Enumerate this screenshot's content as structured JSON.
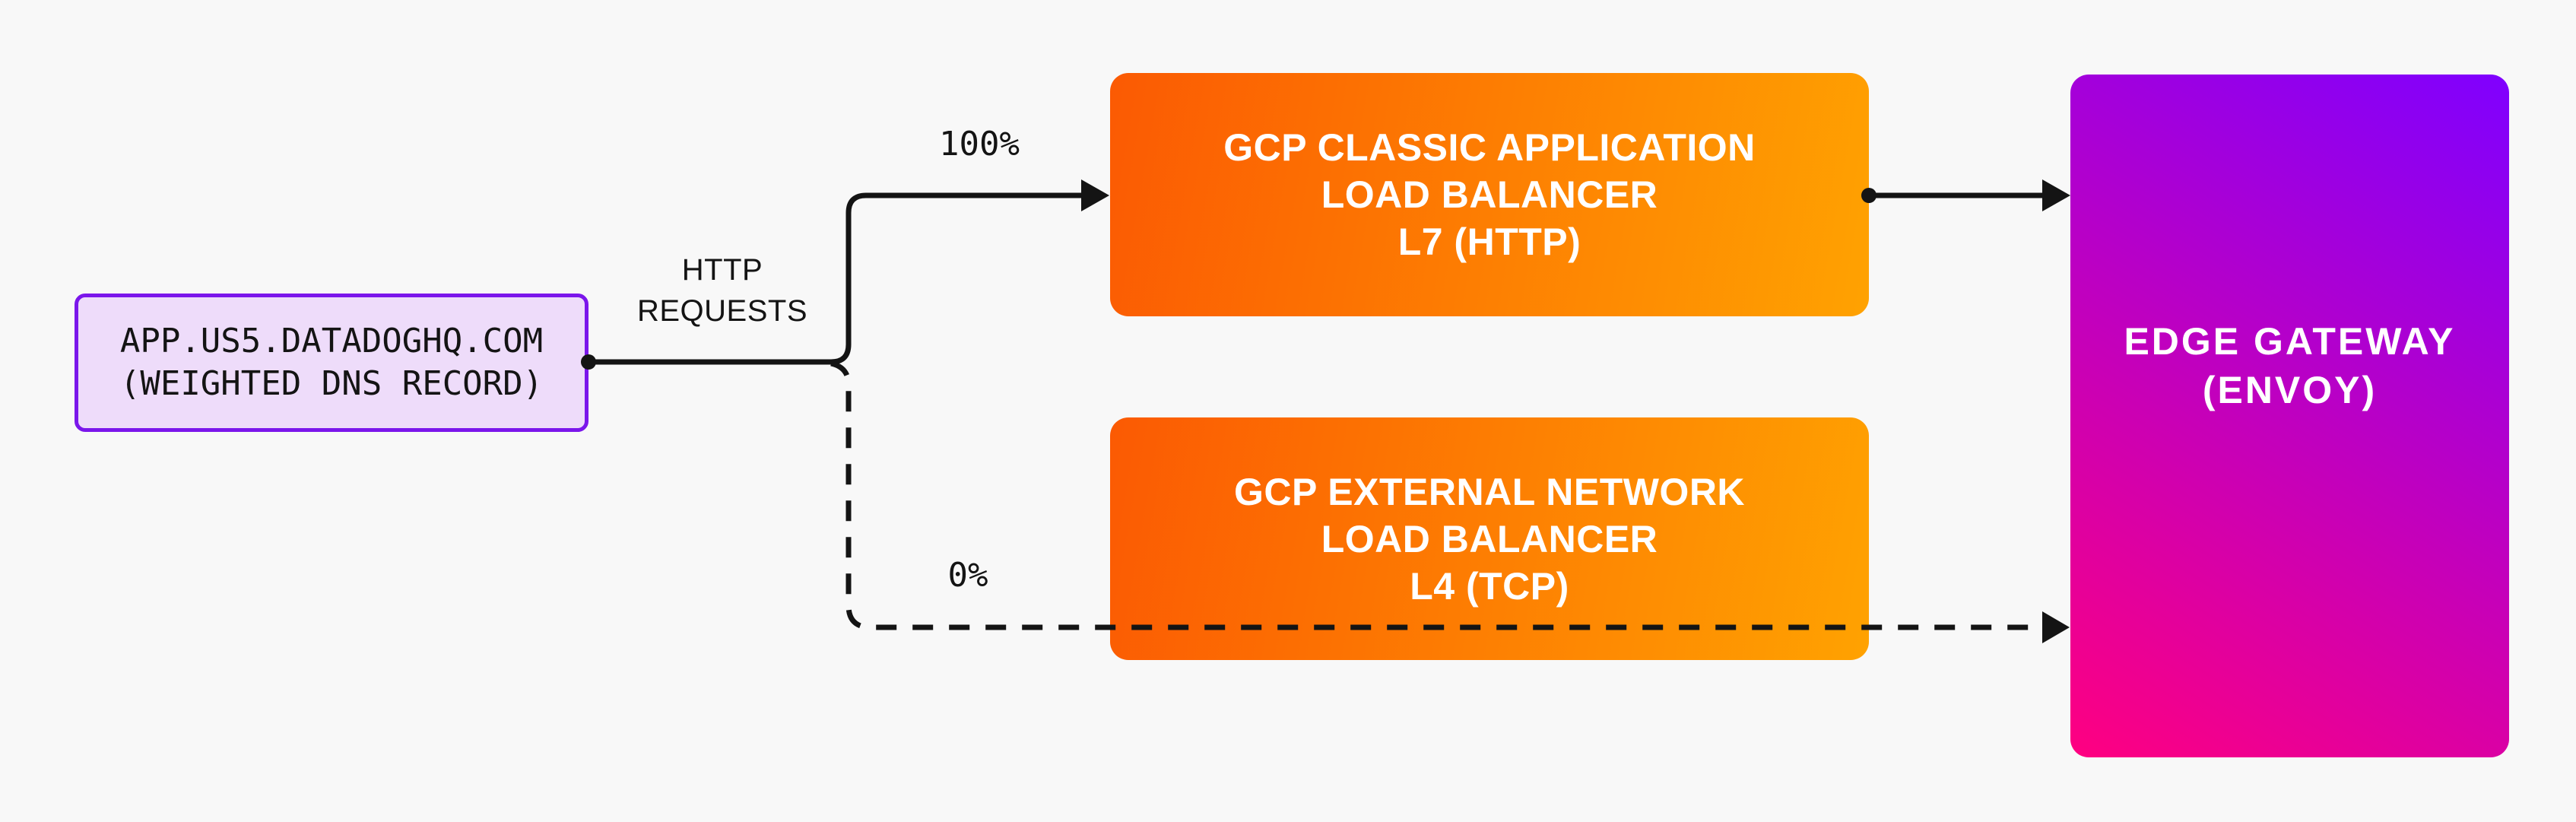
{
  "title": "Weighted DNS record routing to GCP load balancers and Edge Gateway",
  "colors": {
    "background": "#F8F8F8",
    "line": "#141414",
    "dns_fill": "#EEDCFA",
    "dns_border": "#7B16EB",
    "dns_text": "#141414",
    "orange_from": "#FB5A03",
    "orange_to": "#FFA201",
    "purple_from": "#FF0080",
    "purple_to": "#7F00FF",
    "node_text": "#FFFFFF"
  },
  "dns_node": {
    "line1": "APP.US5.DATADOGHQ.COM",
    "line2": "(WEIGHTED DNS RECORD)"
  },
  "edge_labels": {
    "http_requests_line1": "HTTP",
    "http_requests_line2": "REQUESTS",
    "http_weight": "100%",
    "tcp_weight": "0%"
  },
  "classic_lb_node": {
    "line1": "GCP CLASSIC APPLICATION",
    "line2": "LOAD BALANCER",
    "line3": "L7 (HTTP)"
  },
  "network_lb_node": {
    "line1": "GCP EXTERNAL NETWORK",
    "line2": "LOAD BALANCER",
    "line3": "L4 (TCP)"
  },
  "edge_gateway_node": {
    "line1": "EDGE GATEWAY",
    "line2": "(ENVOY)"
  }
}
